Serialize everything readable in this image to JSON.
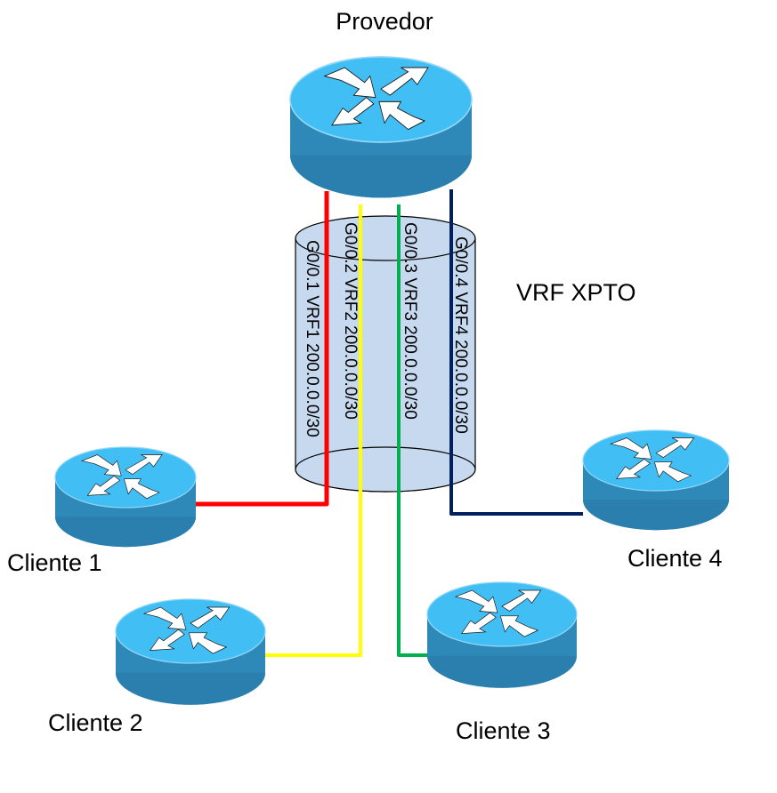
{
  "title": "Provedor",
  "vrf_label": "VRF XPTO",
  "colors": {
    "router_top": "#41bff5",
    "router_side": "#2e88b8",
    "router_bottom": "#2a7fae",
    "arrow": "#ffffff",
    "tunnel_fill": "#c6d9ef",
    "tunnel_stroke": "#000000",
    "vrf1": "#ff0000",
    "vrf2": "#ffff00",
    "vrf3": "#00b050",
    "vrf4": "#002060"
  },
  "nodes": {
    "provider": {
      "label": "Provedor"
    },
    "clients": [
      {
        "id": "cliente-1",
        "label": "Cliente 1"
      },
      {
        "id": "cliente-2",
        "label": "Cliente 2"
      },
      {
        "id": "cliente-3",
        "label": "Cliente 3"
      },
      {
        "id": "cliente-4",
        "label": "Cliente 4"
      }
    ]
  },
  "links": [
    {
      "label": "G0/0.1 VRF1 200.0.0.0/30",
      "color": "#ff0000",
      "client": "Cliente 1"
    },
    {
      "label": "G0/0.2 VRF2 200.0.0.0/30",
      "color": "#ffff00",
      "client": "Cliente 2"
    },
    {
      "label": "G0/0.3 VRF3 200.0.0.0/30",
      "color": "#00b050",
      "client": "Cliente 3"
    },
    {
      "label": "G0/0.4 VRF4 200.0.0.0/30",
      "color": "#002060",
      "client": "Cliente 4"
    }
  ]
}
